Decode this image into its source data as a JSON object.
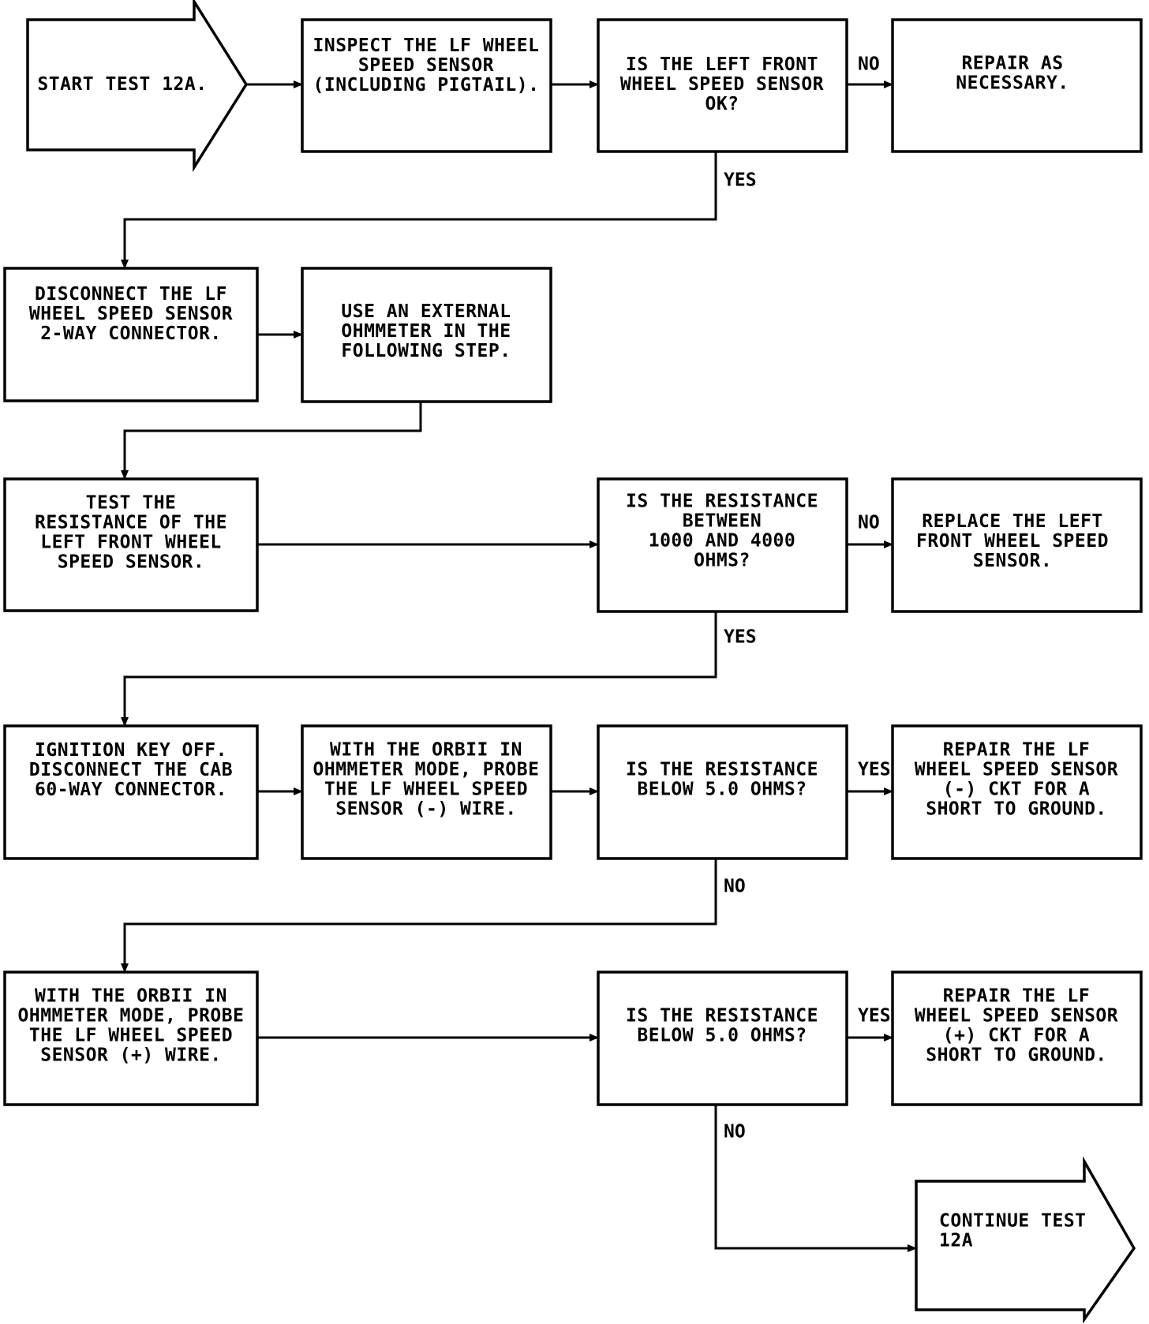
{
  "nodes": {
    "start": {
      "lines": [
        "START TEST 12A."
      ]
    },
    "inspect": {
      "lines": [
        "INSPECT THE LF WHEEL",
        "SPEED SENSOR",
        "(INCLUDING PIGTAIL)."
      ]
    },
    "q_sensor_ok": {
      "lines": [
        "IS THE LEFT FRONT",
        "WHEEL SPEED SENSOR",
        "OK?"
      ]
    },
    "repair_as_necessary": {
      "lines": [
        "REPAIR AS",
        "NECESSARY."
      ]
    },
    "disconnect_2way": {
      "lines": [
        "DISCONNECT THE LF",
        "WHEEL SPEED SENSOR",
        "2-WAY CONNECTOR."
      ]
    },
    "use_ohmmeter": {
      "lines": [
        "USE AN EXTERNAL",
        "OHMMETER IN THE",
        "FOLLOWING STEP."
      ]
    },
    "test_resistance": {
      "lines": [
        "TEST THE",
        "RESISTANCE OF THE",
        "LEFT FRONT WHEEL",
        "SPEED SENSOR."
      ]
    },
    "q_resistance_between": {
      "lines": [
        "IS THE RESISTANCE",
        "BETWEEN",
        "1000 AND 4000",
        "OHMS?"
      ]
    },
    "replace_sensor": {
      "lines": [
        "REPLACE THE LEFT",
        "FRONT WHEEL SPEED",
        "SENSOR."
      ]
    },
    "ignition_off": {
      "lines": [
        "IGNITION KEY OFF.",
        "DISCONNECT THE CAB",
        "60-WAY CONNECTOR."
      ]
    },
    "probe_minus": {
      "lines": [
        "WITH THE ORBII IN",
        "OHMMETER MODE, PROBE",
        "THE LF WHEEL SPEED",
        "SENSOR (-) WIRE."
      ]
    },
    "q_below_minus": {
      "lines": [
        "IS THE RESISTANCE",
        "BELOW 5.0 OHMS?"
      ]
    },
    "repair_minus": {
      "lines": [
        "REPAIR THE LF",
        "WHEEL SPEED SENSOR",
        "(-) CKT FOR A",
        "SHORT TO GROUND."
      ]
    },
    "probe_plus": {
      "lines": [
        "WITH THE ORBII IN",
        "OHMMETER MODE, PROBE",
        "THE LF WHEEL SPEED",
        "SENSOR (+) WIRE."
      ]
    },
    "q_below_plus": {
      "lines": [
        "IS THE RESISTANCE",
        "BELOW 5.0 OHMS?"
      ]
    },
    "repair_plus": {
      "lines": [
        "REPAIR THE LF",
        "WHEEL SPEED SENSOR",
        "(+) CKT FOR A",
        "SHORT TO GROUND."
      ]
    },
    "continue": {
      "lines": [
        "CONTINUE TEST",
        "12A"
      ]
    }
  },
  "edge_labels": {
    "sensor_ok_no": "NO",
    "sensor_ok_yes": "YES",
    "between_no": "NO",
    "between_yes": "YES",
    "below_minus_yes": "YES",
    "below_minus_no": "NO",
    "below_plus_yes": "YES",
    "below_plus_no": "NO"
  }
}
